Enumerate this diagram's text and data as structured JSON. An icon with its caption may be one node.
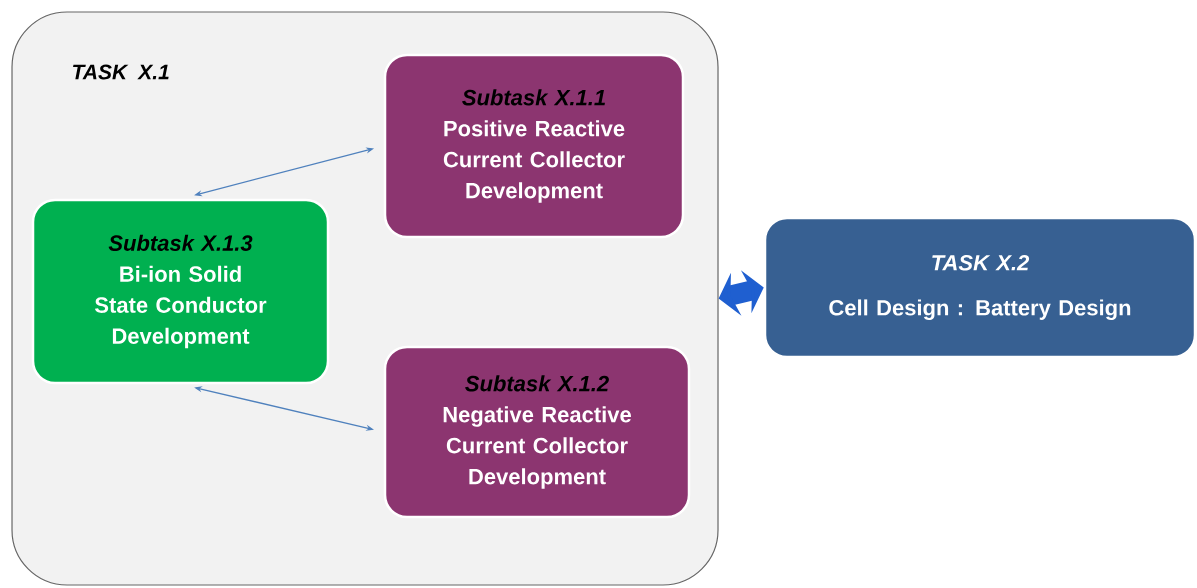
{
  "diagram": {
    "nodes": [
      {
        "text": [
          "TASK X.1"
        ]
      },
      {
        "text": [
          "Subtask X.1.1",
          "Positive Reactive Current Collector Development"
        ],
        "in": 0
      },
      {
        "text": [
          "Subtask X.1.3",
          "Bi-ion Solid State Conductor Development"
        ],
        "in": 0
      },
      {
        "text": [
          "Subtask X.1.2",
          "Negative Reactive Current Collector Development"
        ],
        "in": 0
      },
      {
        "text": [
          "TASK X.2",
          "Cell Design : Battery Design"
        ]
      }
    ],
    "edges": [
      {
        "from": 2,
        "to": 1,
        "arrow": "both"
      },
      {
        "from": 2,
        "to": 3,
        "arrow": "both"
      },
      {
        "from": 0,
        "to": 4,
        "arrow": "both",
        "style": "thick"
      }
    ]
  }
}
